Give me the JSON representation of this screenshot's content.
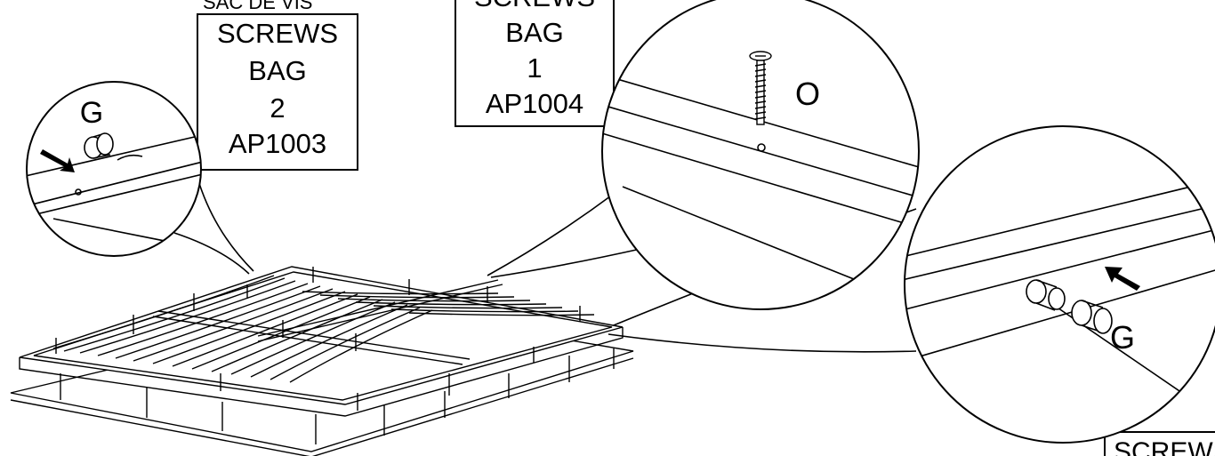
{
  "top_label": "SAC DE VIS",
  "colors": {
    "top_label": "#1a1aff",
    "ink": "#000000",
    "background": "#ffffff"
  },
  "boxes": {
    "bag2": {
      "lines": [
        "SCREWS",
        "BAG",
        "2",
        "AP1003"
      ]
    },
    "bag1": {
      "lines": [
        "SCREWS",
        "BAG",
        "1",
        "AP1004"
      ]
    },
    "corner": {
      "text": "SCREWS"
    }
  },
  "callouts": {
    "left": {
      "letter": "G",
      "icon": "arrow-icon"
    },
    "middle": {
      "letter": "O",
      "icon": "screw-icon"
    },
    "right": {
      "letter": "G",
      "icon": "arrow-icon"
    }
  }
}
